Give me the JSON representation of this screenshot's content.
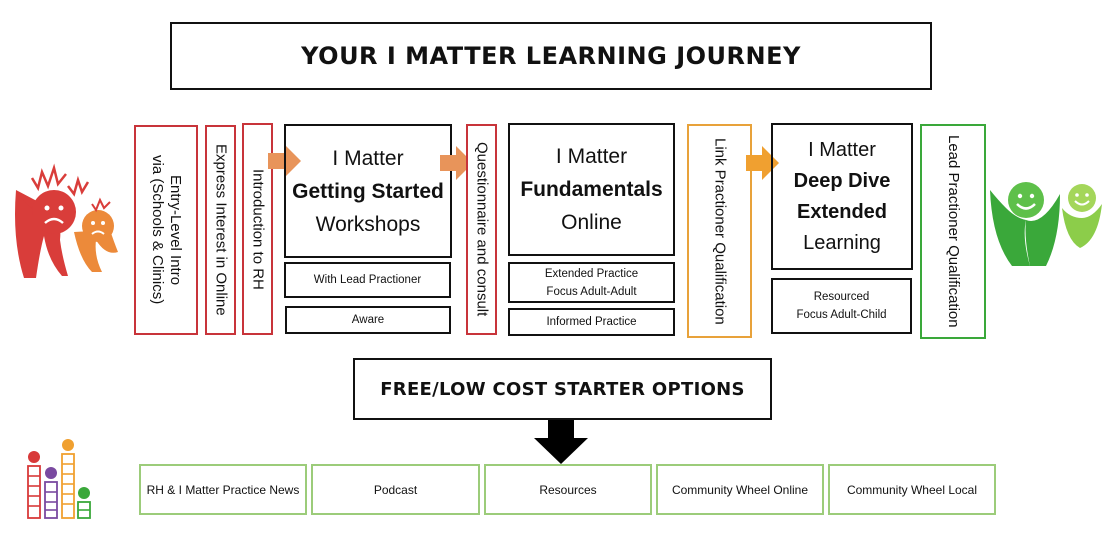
{
  "title": "YOUR I MATTER LEARNING JOURNEY",
  "starter_title": "FREE/LOW COST STARTER OPTIONS",
  "vertical": {
    "entry_line1": "Entry-Level Intro",
    "entry_line2": "via (Schools & Clinics)",
    "express": "Express Interest in Online",
    "intro_rh": "Introduction to RH",
    "questionnaire": "Questionnaire  and consult",
    "link_prac": "Link Practioner Qualification",
    "lead_prac": "Lead Practioner Qualification"
  },
  "getting_started": {
    "line1": "I Matter",
    "line2": "Getting Started",
    "line3": "Workshops"
  },
  "with_lead": "With Lead Practioner",
  "aware": "Aware",
  "fundamentals": {
    "line1": "I Matter",
    "line2": "Fundamentals",
    "line3": "Online"
  },
  "extended_practice": {
    "line1": "Extended Practice",
    "line2": "Focus Adult-Adult"
  },
  "informed_practice": "Informed Practice",
  "deep_dive": {
    "line1": "I Matter",
    "line2": "Deep Dive",
    "line3": "Extended",
    "line4": "Learning"
  },
  "resourced": {
    "line1": "Resourced",
    "line2": "Focus Adult-Child"
  },
  "starter_options": [
    "RH & I Matter Practice News",
    "Podcast",
    "Resources",
    "Community Wheel Online",
    "Community Wheel Local"
  ],
  "colors": {
    "red": "#c8343a",
    "orange": "#e8a23a",
    "green": "#79b84a",
    "arrow": "#e8945a"
  },
  "icons": [
    "sad-faces-icon",
    "happy-faces-icon",
    "ladder-people-icon",
    "arrow-right-icon",
    "arrow-down-icon"
  ]
}
